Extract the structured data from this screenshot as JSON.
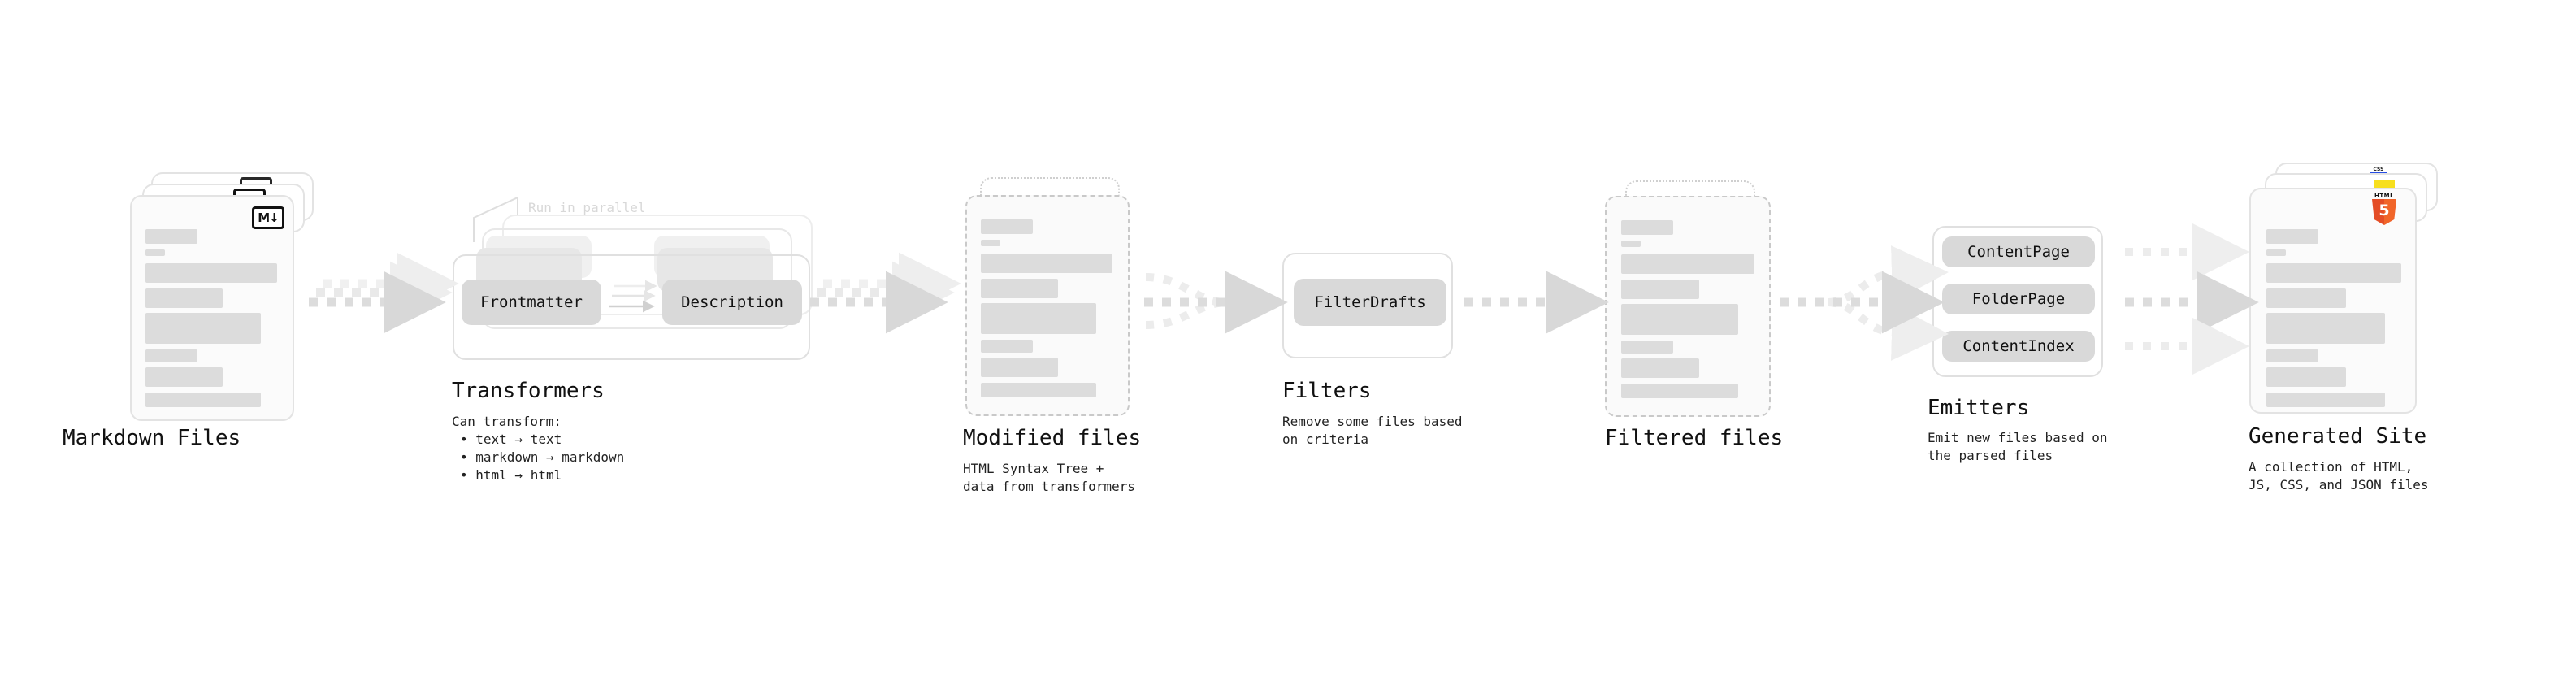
{
  "diagram": {
    "title_font_note": "monospace technical pipeline diagram",
    "accent_colors": {
      "skeleton_bar": "#dcdcdc",
      "card_border": "#e3e3e3",
      "card_fill": "#fbfbfb",
      "chip_fill": "#d9d9d9",
      "arrow": "#d6d6d6",
      "ghost_text": "#d8d8d8",
      "html5_orange": "#e44d26",
      "js_yellow": "#f7df1e",
      "css_blue": "#264de4"
    },
    "stages": [
      {
        "id": "markdown-files",
        "title": "Markdown Files",
        "subtitle": "",
        "kind": "document-stack",
        "badge": "markdown-icon",
        "badge_label": "M↓"
      },
      {
        "id": "transformers",
        "title": "Transformers",
        "subtitle": "Can transform:",
        "kind": "process-group",
        "note": "Run in parallel",
        "chips": [
          "Frontmatter",
          "Description"
        ],
        "bullets": [
          "text → text",
          "markdown → markdown",
          "html → html"
        ]
      },
      {
        "id": "modified-files",
        "title": "Modified files",
        "subtitle": "HTML Syntax Tree +\ndata from transformers",
        "kind": "document-stack-dashed"
      },
      {
        "id": "filters",
        "title": "Filters",
        "subtitle": "Remove some files based\non criteria",
        "kind": "process-group",
        "chips": [
          "FilterDrafts"
        ]
      },
      {
        "id": "filtered-files",
        "title": "Filtered files",
        "subtitle": "",
        "kind": "document-stack-dashed"
      },
      {
        "id": "emitters",
        "title": "Emitters",
        "subtitle": "Emit new files based on\nthe parsed files",
        "kind": "process-group",
        "chips": [
          "ContentPage",
          "FolderPage",
          "ContentIndex"
        ]
      },
      {
        "id": "generated-site",
        "title": "Generated Site",
        "subtitle": "A collection of HTML,\nJS, CSS, and JSON files",
        "kind": "document-stack",
        "badges": [
          "css-icon",
          "js-icon",
          "html5-icon"
        ],
        "badge_labels": {
          "css": "CSS",
          "html5_word": "HTML",
          "html5_digit": "5"
        }
      }
    ]
  }
}
